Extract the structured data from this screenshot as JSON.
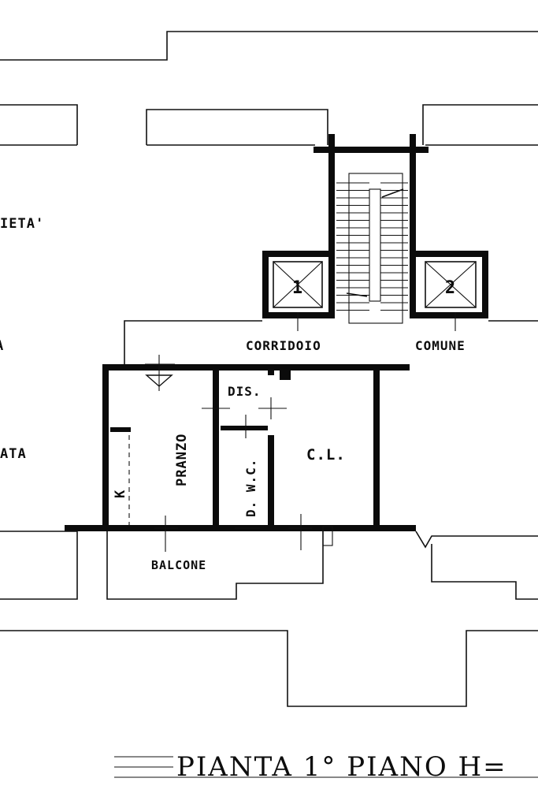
{
  "plan": {
    "labels": {
      "proprieta": "IETA'",
      "left_a": "A",
      "left_ata": "ATA",
      "corridoio": "CORRIDOIO",
      "comune": "COMUNE",
      "dis": "DIS.",
      "pranzo": "PRANZO",
      "k": "K",
      "dwc": "D. W.C.",
      "cl": "C.L.",
      "balcone": "BALCONE"
    },
    "lifts": {
      "left_number": "1",
      "right_number": "2"
    },
    "title": "PIANTA  1° PIANO  H="
  },
  "colors": {
    "ink": "#111111",
    "paper": "#ffffff"
  }
}
